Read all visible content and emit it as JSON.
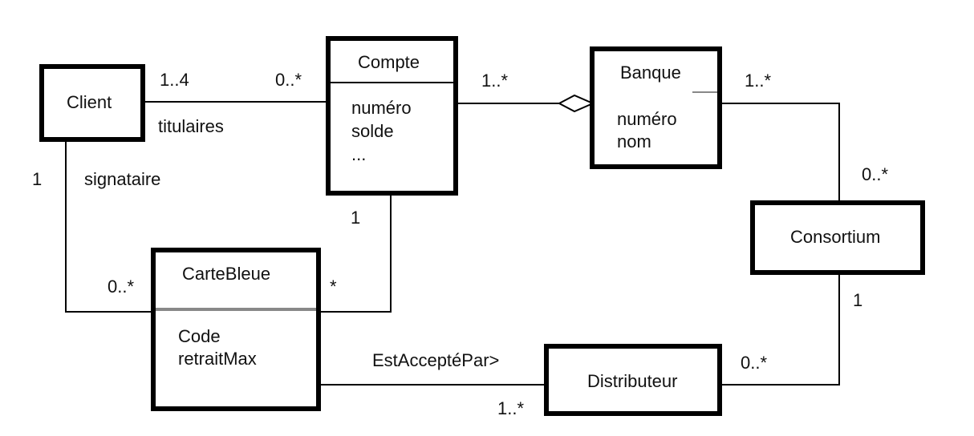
{
  "classes": {
    "client": {
      "name": "Client"
    },
    "compte": {
      "name": "Compte",
      "attributes": [
        "numéro",
        "solde",
        "..."
      ]
    },
    "banque": {
      "name": "Banque",
      "attributes": [
        "numéro",
        "nom"
      ]
    },
    "consortium": {
      "name": "Consortium"
    },
    "cartebleue": {
      "name": "CarteBleue",
      "attributes": [
        "Code",
        "retraitMax"
      ]
    },
    "distributeur": {
      "name": "Distributeur"
    }
  },
  "associations": {
    "client_compte": {
      "role": "titulaires",
      "mult_client": "1..4",
      "mult_compte": "0..*"
    },
    "compte_banque": {
      "mult_compte": "1..*"
    },
    "banque_consortium": {
      "mult_banque": "1..*",
      "mult_consortium": "0..*"
    },
    "client_carte": {
      "role": "signataire",
      "mult_client": "1",
      "mult_carte": "0..*"
    },
    "compte_carte": {
      "mult_compte": "1",
      "mult_carte": "*"
    },
    "carte_distributeur": {
      "name": "EstAcceptéPar>",
      "mult_distributeur": "1..*"
    },
    "consortium_distributeur": {
      "mult_consortium": "1",
      "mult_distributeur": "0..*"
    }
  },
  "colors": {
    "line": "#000000",
    "separator": "#888888"
  }
}
